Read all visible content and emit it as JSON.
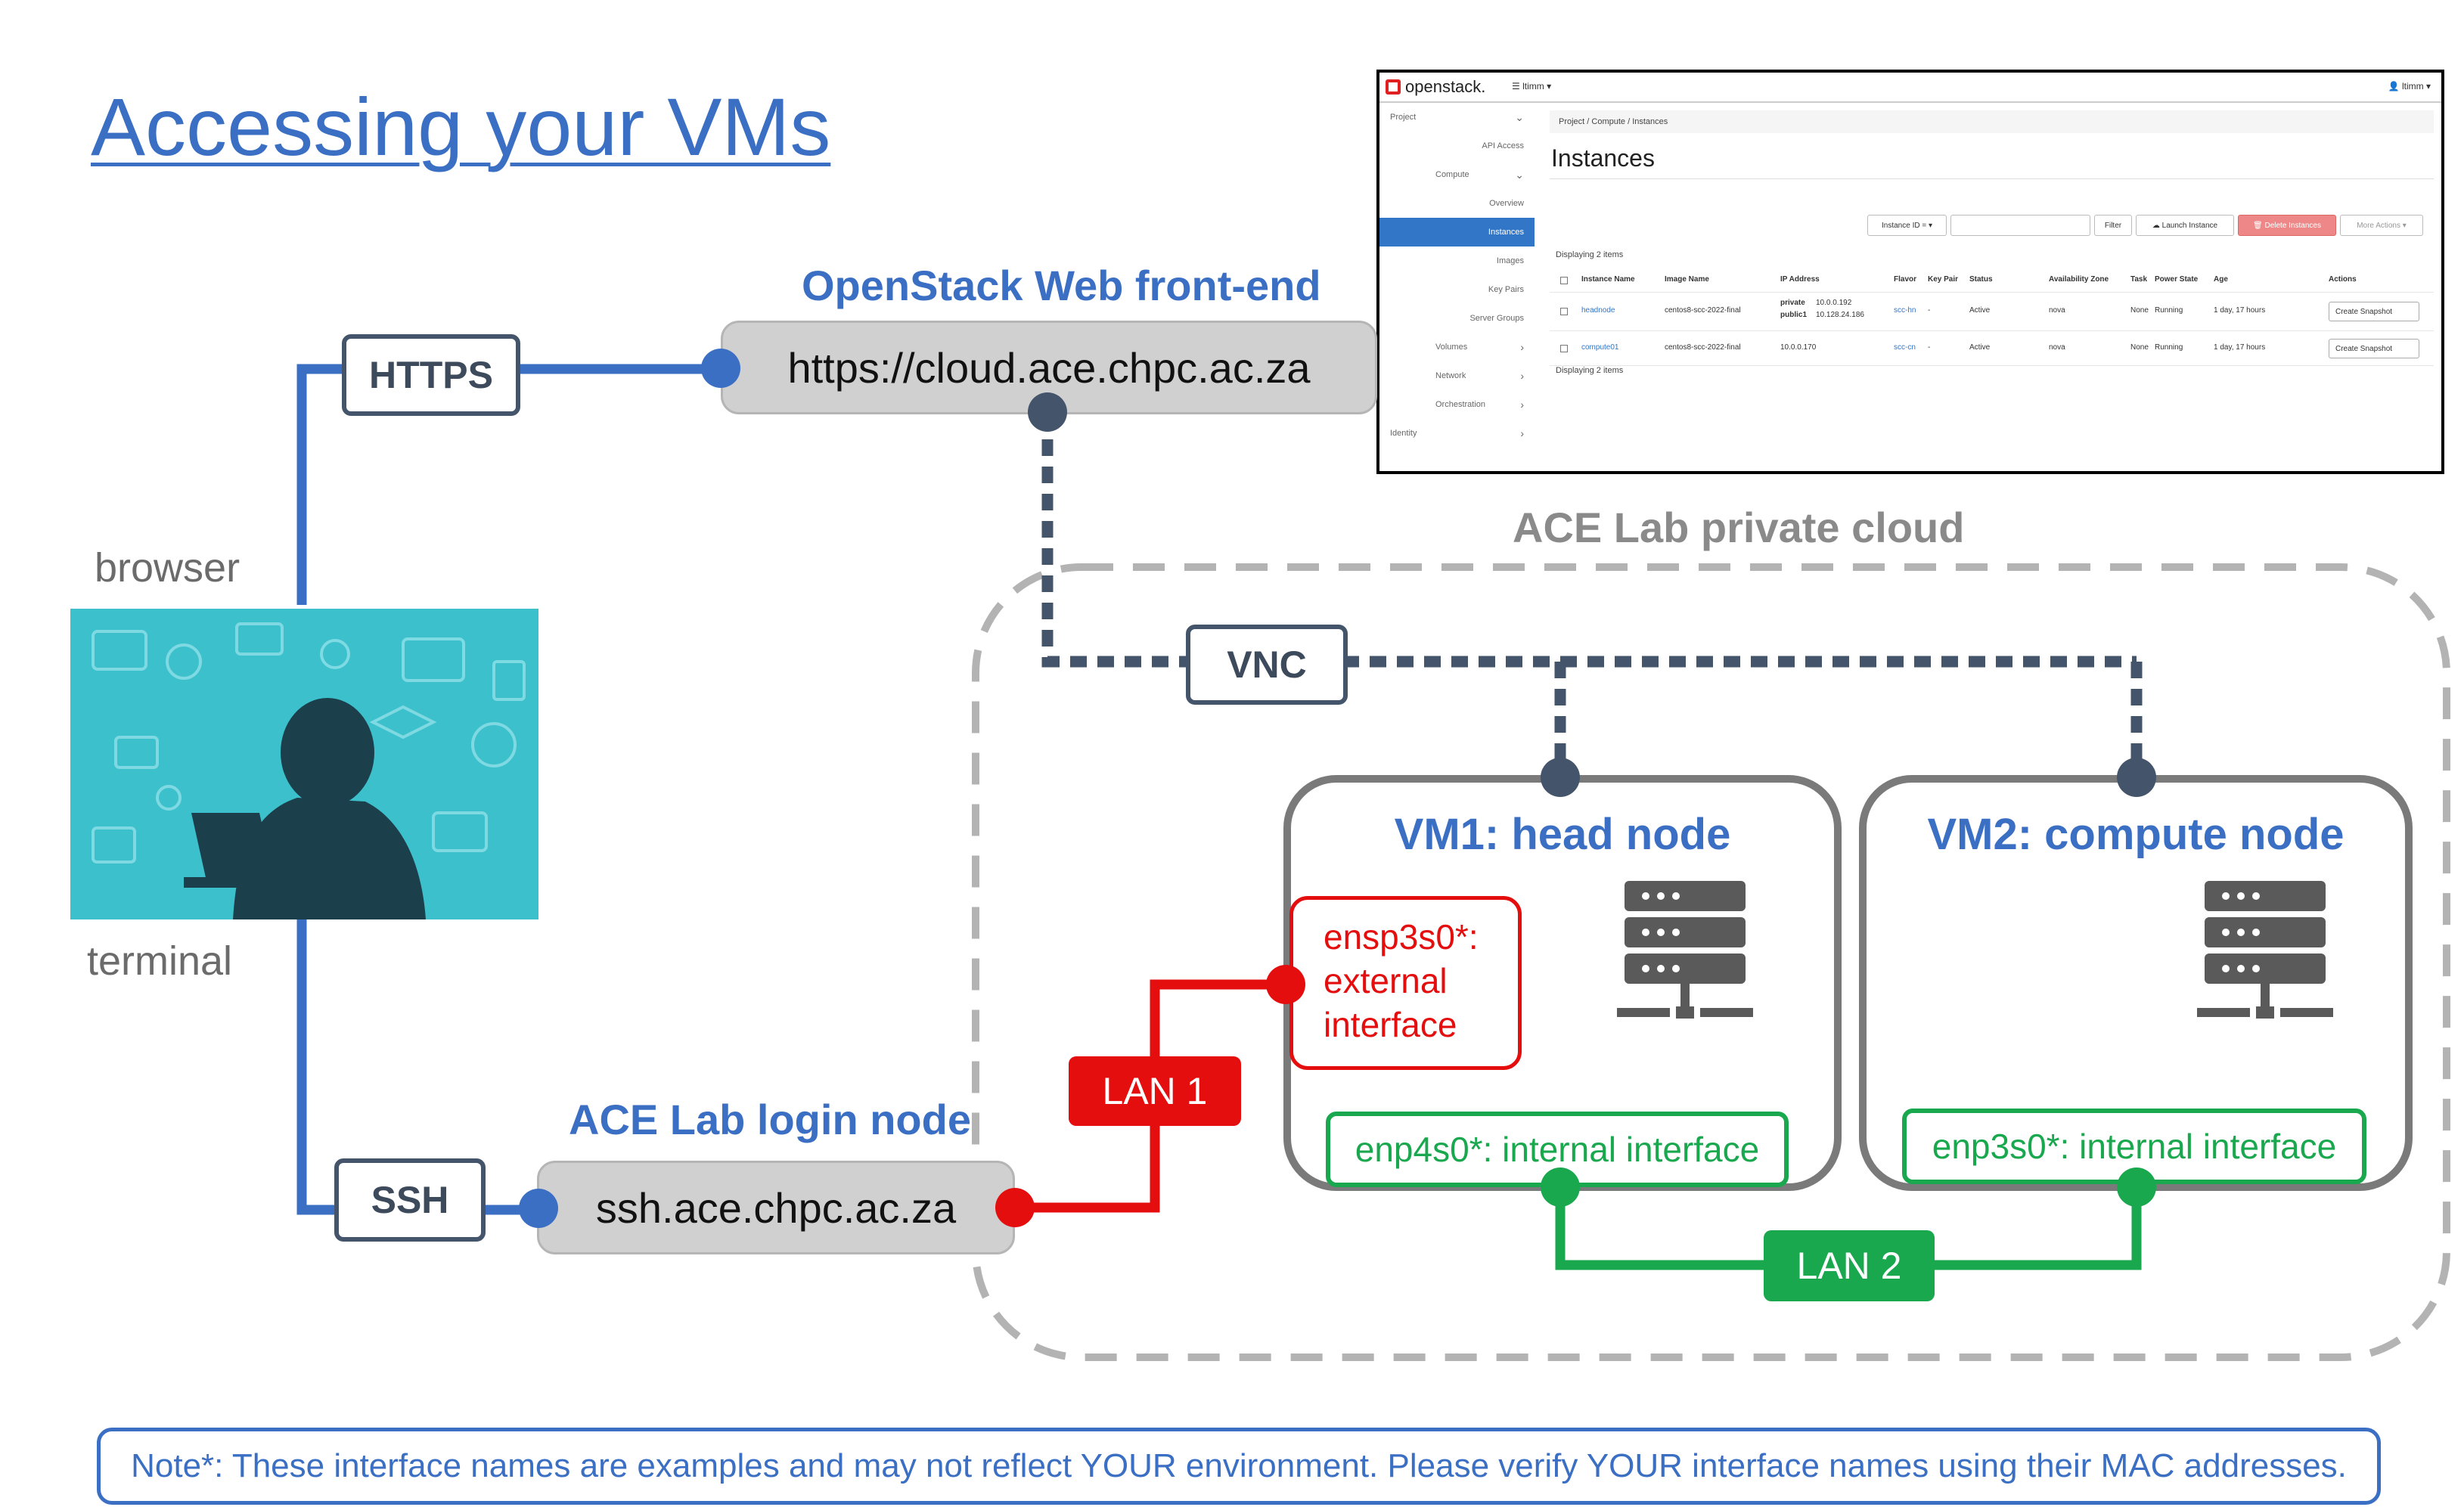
{
  "title": "Accessing your VMs",
  "labels": {
    "openstack_frontend": "OpenStack Web front-end",
    "private_cloud": "ACE Lab private cloud",
    "login_node": "ACE Lab login node",
    "browser": "browser",
    "terminal": "terminal"
  },
  "tags": {
    "https": "HTTPS",
    "ssh": "SSH",
    "vnc": "VNC"
  },
  "hosts": {
    "web": "https://cloud.ace.chpc.ac.za",
    "login": "ssh.ace.chpc.ac.za"
  },
  "vm1": {
    "title": "VM1: head node",
    "external_line1": "ensp3s0*:",
    "external_line2": "external",
    "external_line3": "interface",
    "internal": "enp4s0*: internal interface"
  },
  "vm2": {
    "title": "VM2: compute node",
    "internal": "enp3s0*: internal interface"
  },
  "lans": {
    "lan1": "LAN 1",
    "lan2": "LAN 2"
  },
  "note": "Note*: These interface names are examples and may not reflect YOUR environment. Please verify YOUR interface names using their MAC addresses.",
  "colors": {
    "blue": "#3b6fc4",
    "red": "#e40e0e",
    "green": "#1aa84f",
    "slate": "#44546a",
    "grey": "#8a8a8a"
  },
  "openstack": {
    "logo": "openstack.",
    "project_menu": "☰ ltimm ▾",
    "user_menu": "👤 ltimm ▾",
    "sidebar": [
      {
        "label": "Project",
        "arrow": "⌄",
        "kind": "top"
      },
      {
        "label": "API Access",
        "arrow": "",
        "kind": "sub"
      },
      {
        "label": "Compute",
        "arrow": "⌄",
        "kind": "mid"
      },
      {
        "label": "Overview",
        "arrow": "",
        "kind": "sub"
      },
      {
        "label": "Instances",
        "arrow": "",
        "kind": "active"
      },
      {
        "label": "Images",
        "arrow": "",
        "kind": "sub"
      },
      {
        "label": "Key Pairs",
        "arrow": "",
        "kind": "sub"
      },
      {
        "label": "Server Groups",
        "arrow": "",
        "kind": "sub"
      },
      {
        "label": "Volumes",
        "arrow": "›",
        "kind": "mid"
      },
      {
        "label": "Network",
        "arrow": "›",
        "kind": "mid"
      },
      {
        "label": "Orchestration",
        "arrow": "›",
        "kind": "mid"
      },
      {
        "label": "Identity",
        "arrow": "›",
        "kind": "top"
      }
    ],
    "breadcrumb": "Project /  Compute /  Instances",
    "heading": "Instances",
    "filter_select": "Instance ID = ▾",
    "filter_button": "Filter",
    "launch_button": "☁ Launch Instance",
    "delete_button": "🗑 Delete Instances",
    "more_button": "More Actions ▾",
    "displaying": "Displaying 2 items",
    "columns": [
      "Instance Name",
      "Image Name",
      "IP Address",
      "Flavor",
      "Key Pair",
      "Status",
      "Availability Zone",
      "Task",
      "Power State",
      "Age",
      "Actions"
    ],
    "rows": [
      {
        "name": "headnode",
        "image": "centos8-scc-2022-final",
        "ip_label1": "private",
        "ip1": "10.0.0.192",
        "ip_label2": "public1",
        "ip2": "10.128.24.186",
        "flavor": "scc-hn",
        "keypair": "-",
        "status": "Active",
        "zone": "nova",
        "task": "None",
        "power": "Running",
        "age": "1 day, 17 hours",
        "action": "Create Snapshot"
      },
      {
        "name": "compute01",
        "image": "centos8-scc-2022-final",
        "ip_label1": "",
        "ip1": "10.0.0.170",
        "ip_label2": "",
        "ip2": "",
        "flavor": "scc-cn",
        "keypair": "-",
        "status": "Active",
        "zone": "nova",
        "task": "None",
        "power": "Running",
        "age": "1 day, 17 hours",
        "action": "Create Snapshot"
      }
    ]
  }
}
